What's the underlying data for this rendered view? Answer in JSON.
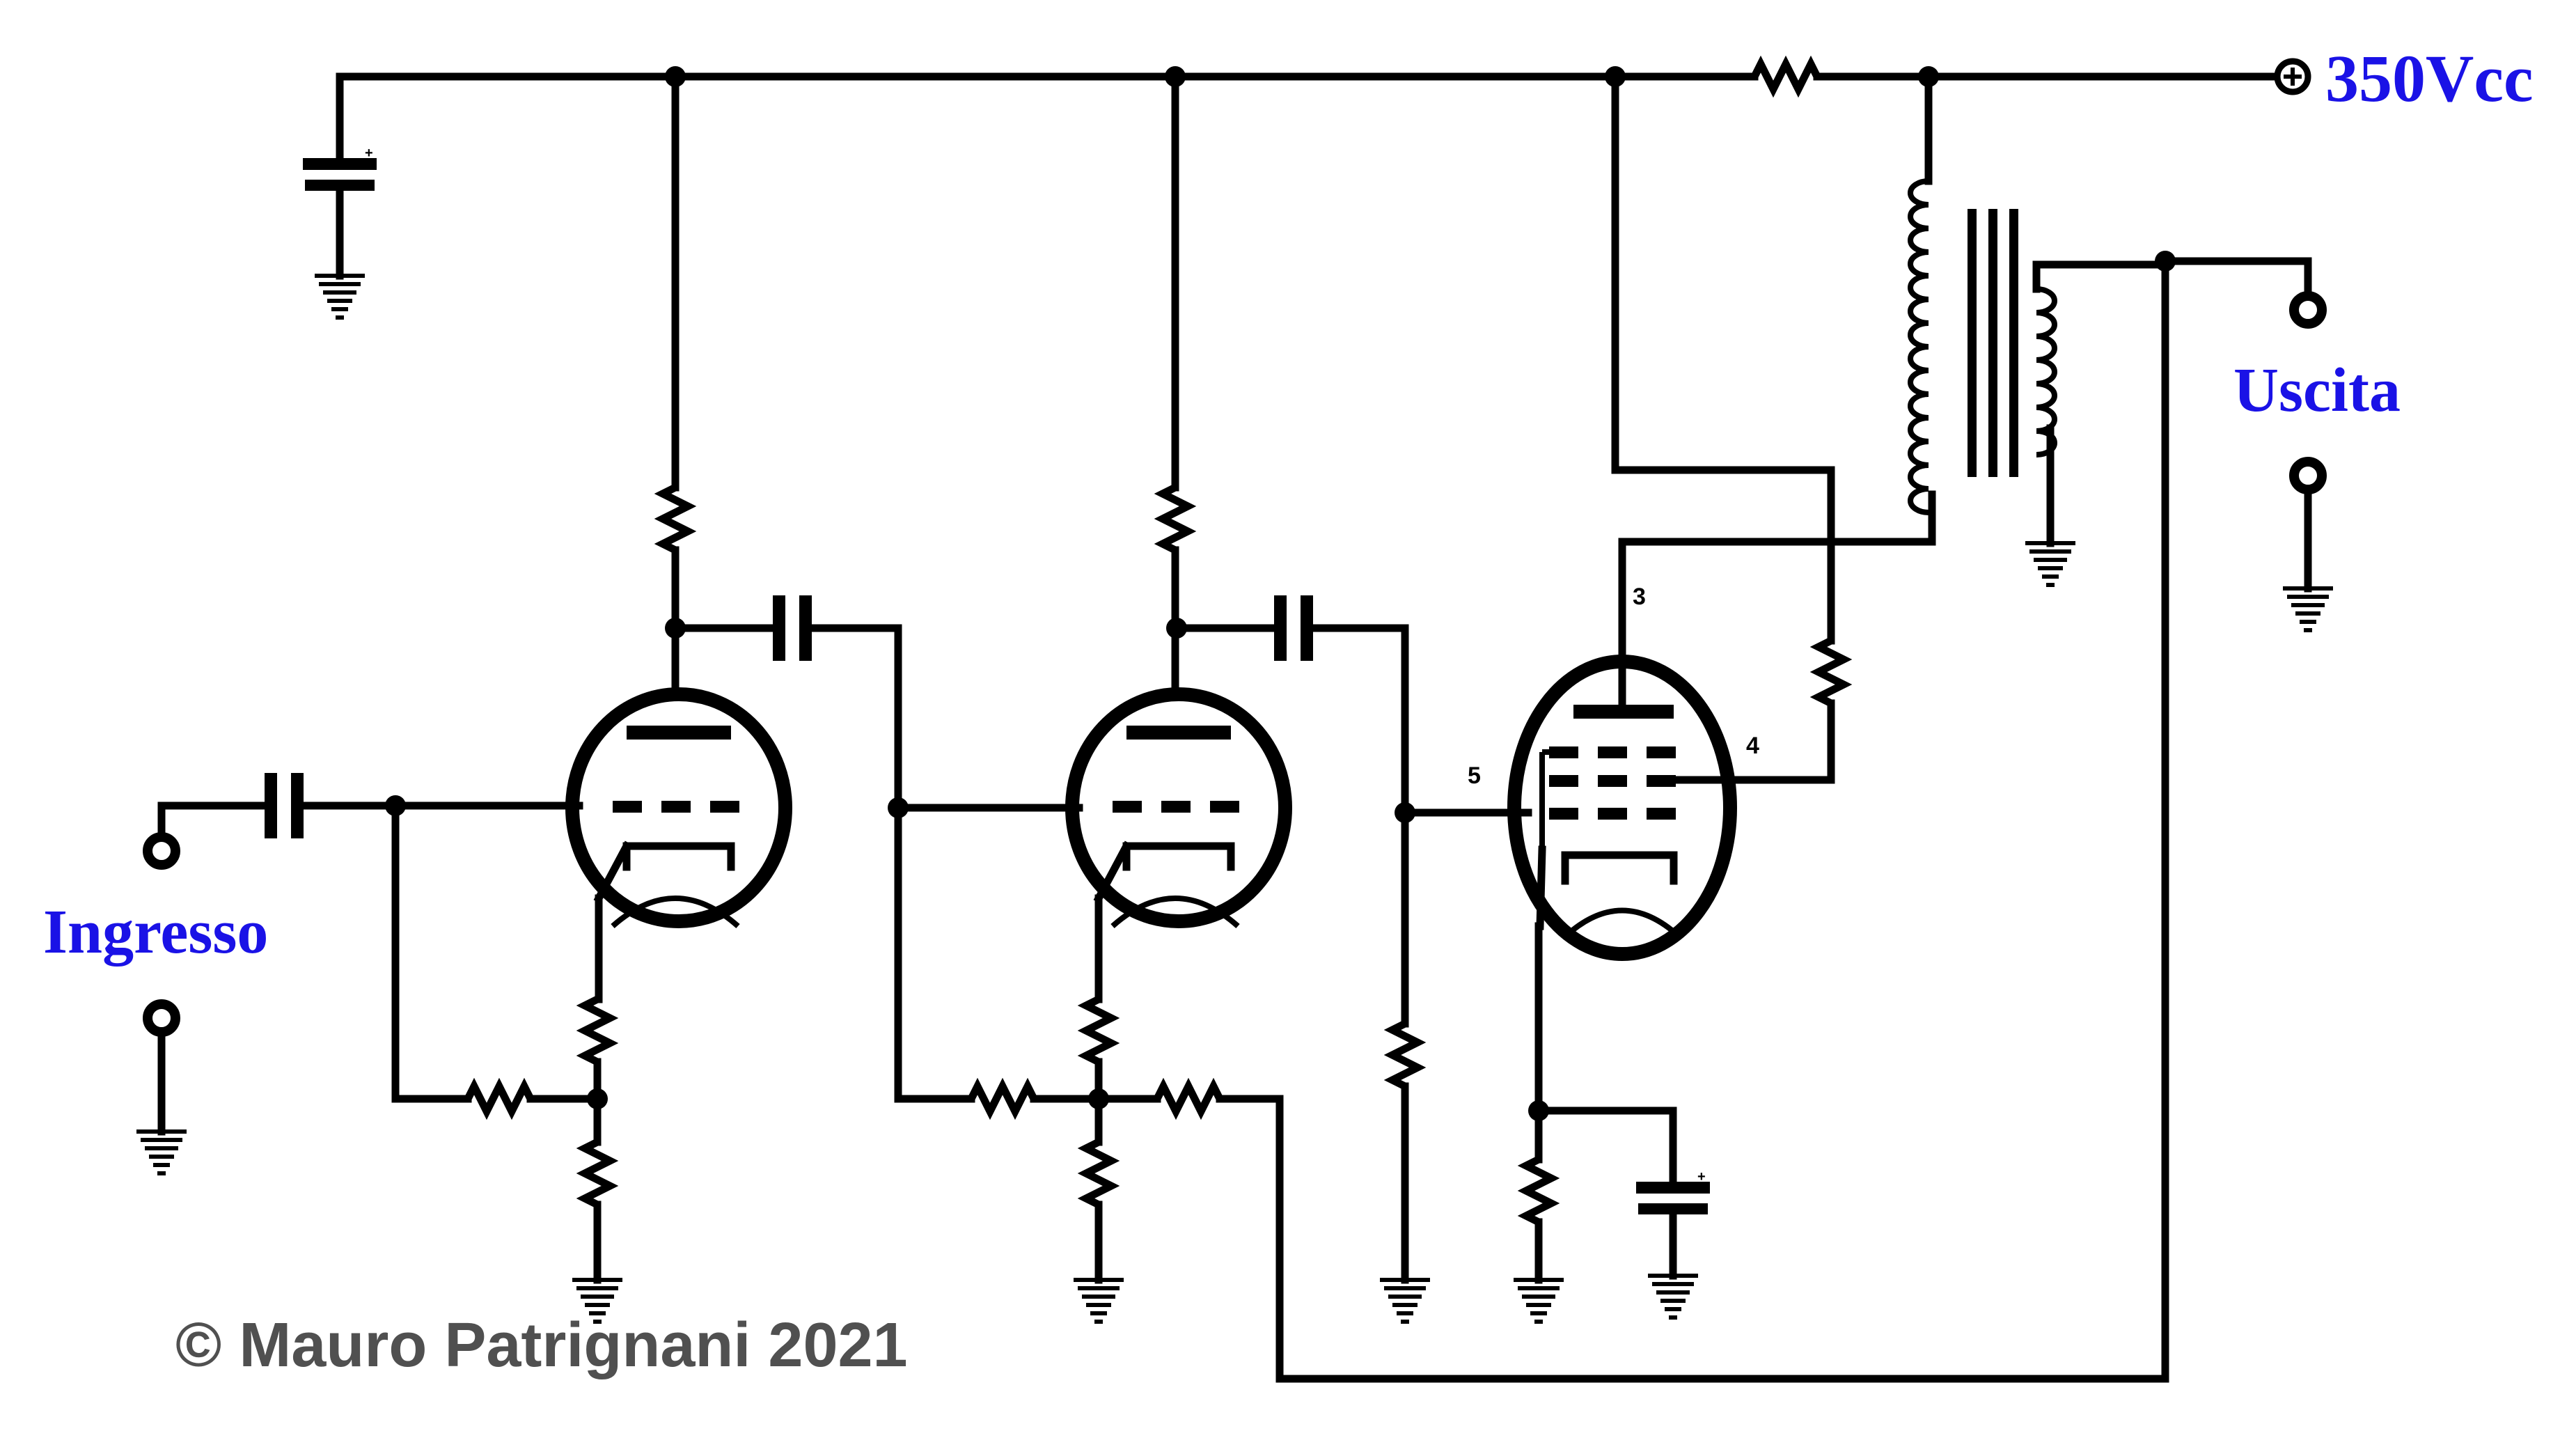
{
  "labels": {
    "input": "Ingresso",
    "output": "Uscita",
    "supply": "350Vcc",
    "copyright": "© Mauro Patrignani 2021"
  },
  "tube_pins": {
    "plate": "3",
    "screen": "4",
    "grid": "5"
  },
  "colors": {
    "label": "#1a12e6",
    "copyright": "#505050",
    "ink": "#000000"
  }
}
